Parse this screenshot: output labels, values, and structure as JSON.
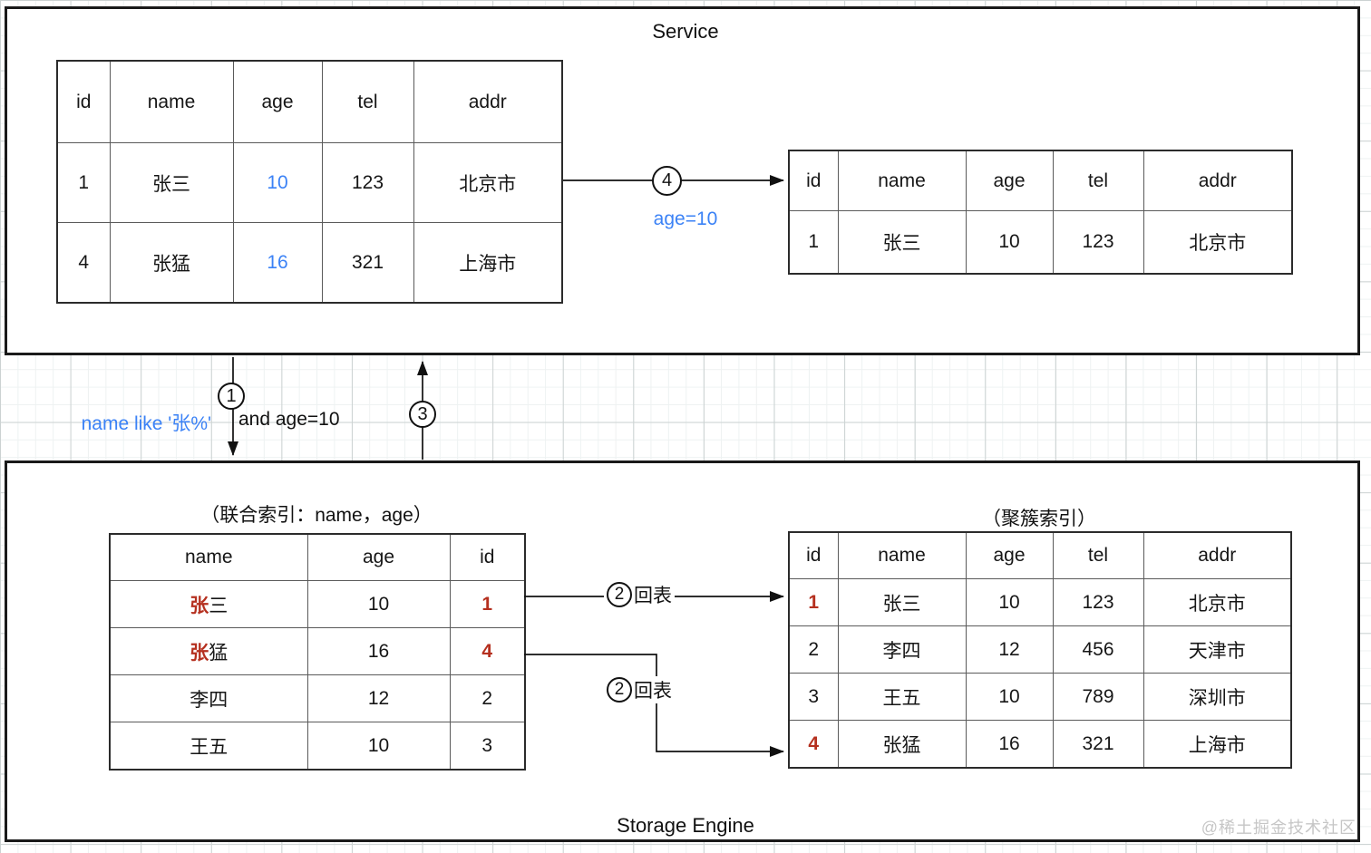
{
  "service": {
    "title": "Service",
    "query_table": {
      "columns": [
        "id",
        "name",
        "age",
        "tel",
        "addr"
      ],
      "rows": [
        [
          "1",
          "张三",
          {
            "t": "10",
            "c": "blue"
          },
          "123",
          "北京市"
        ],
        [
          "4",
          "张猛",
          {
            "t": "16",
            "c": "blue"
          },
          "321",
          "上海市"
        ]
      ]
    },
    "result_table": {
      "columns": [
        "id",
        "name",
        "age",
        "tel",
        "addr"
      ],
      "rows": [
        [
          "1",
          "张三",
          "10",
          "123",
          "北京市"
        ]
      ]
    },
    "step4": {
      "num": "4",
      "annotation": "age=10"
    }
  },
  "flow": {
    "step1": {
      "num": "1",
      "condition_highlight": "name like '张%'",
      "condition_rest": "and age=10"
    },
    "step3": {
      "num": "3"
    }
  },
  "storage": {
    "title": "Storage Engine",
    "secondary_index": {
      "title": "（联合索引：name，age）",
      "columns": [
        "name",
        "age",
        "id"
      ],
      "rows": [
        [
          {
            "parts": [
              {
                "t": "张",
                "c": "red"
              },
              {
                "t": "三"
              }
            ]
          },
          "10",
          {
            "t": "1",
            "c": "red"
          }
        ],
        [
          {
            "parts": [
              {
                "t": "张",
                "c": "red"
              },
              {
                "t": "猛"
              }
            ]
          },
          "16",
          {
            "t": "4",
            "c": "red"
          }
        ],
        [
          "李四",
          "12",
          "2"
        ],
        [
          "王五",
          "10",
          "3"
        ]
      ]
    },
    "clustered_index": {
      "title": "（聚簇索引）",
      "columns": [
        "id",
        "name",
        "age",
        "tel",
        "addr"
      ],
      "rows": [
        [
          {
            "t": "1",
            "c": "red"
          },
          "张三",
          "10",
          "123",
          "北京市"
        ],
        [
          "2",
          "李四",
          "12",
          "456",
          "天津市"
        ],
        [
          "3",
          "王五",
          "10",
          "789",
          "深圳市"
        ],
        [
          {
            "t": "4",
            "c": "red"
          },
          "张猛",
          "16",
          "321",
          "上海市"
        ]
      ]
    },
    "back_step": {
      "num": "2",
      "text": "回表"
    }
  },
  "watermark": "@稀土掘金技术社区",
  "colors": {
    "blue": "#3b82f6",
    "red": "#b5301f",
    "line": "#111111"
  }
}
